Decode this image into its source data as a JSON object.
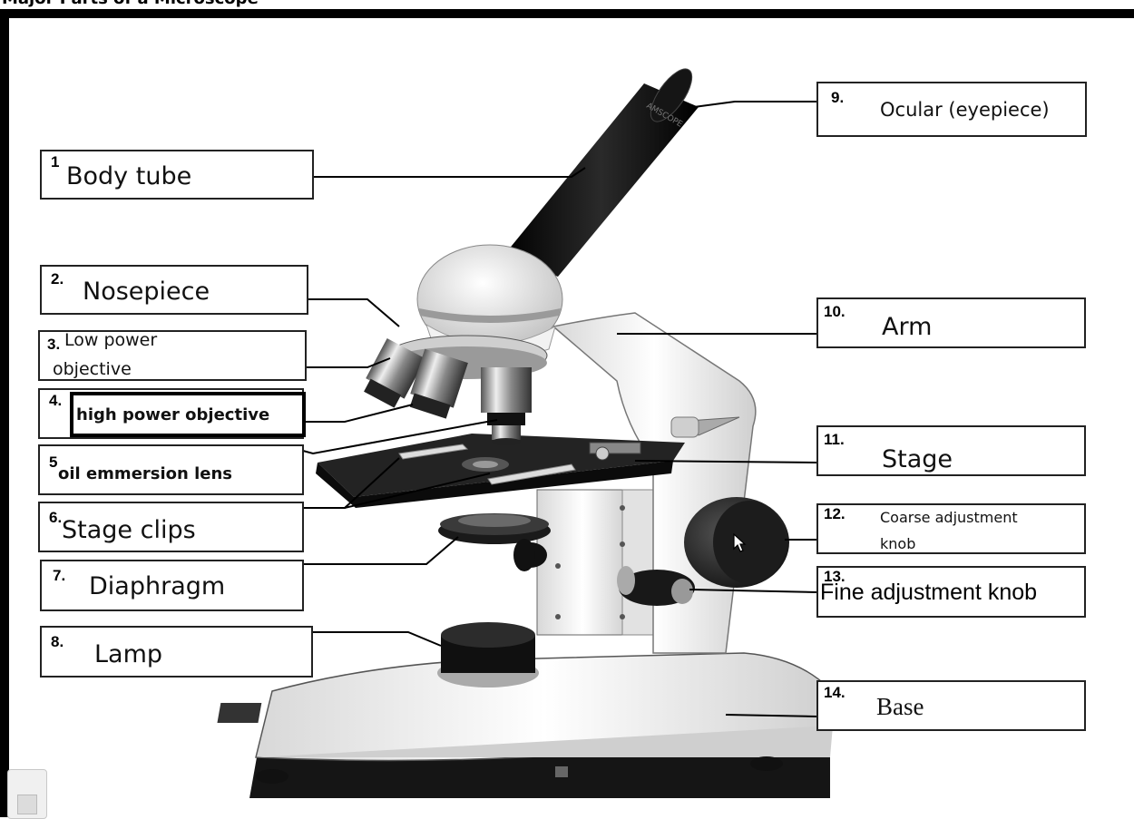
{
  "top_caption": "Major Parts of a Microscope",
  "labels": [
    {
      "id": 1,
      "num": "1",
      "text": "Body tube"
    },
    {
      "id": 2,
      "num": "2.",
      "text": "Nosepiece"
    },
    {
      "id": 3,
      "num": "3.",
      "text_line1": "Low power",
      "text_line2": "objective"
    },
    {
      "id": 4,
      "num": "4.",
      "text": "high power objective"
    },
    {
      "id": 5,
      "num": "5",
      "text": "oil emmersion lens"
    },
    {
      "id": 6,
      "num": "6.",
      "text": "Stage clips"
    },
    {
      "id": 7,
      "num": "7.",
      "text": "Diaphragm"
    },
    {
      "id": 8,
      "num": "8.",
      "text": "Lamp"
    },
    {
      "id": 9,
      "num": "9.",
      "text": "Ocular (eyepiece)"
    },
    {
      "id": 10,
      "num": "10.",
      "text": "Arm"
    },
    {
      "id": 11,
      "num": "11.",
      "text": "Stage"
    },
    {
      "id": 12,
      "num": "12.",
      "text_line1": "Coarse adjustment",
      "text_line2": "knob"
    },
    {
      "id": 13,
      "num": "13.",
      "text": "Fine adjustment knob"
    },
    {
      "id": 14,
      "num": "14.",
      "text": "Base"
    }
  ]
}
